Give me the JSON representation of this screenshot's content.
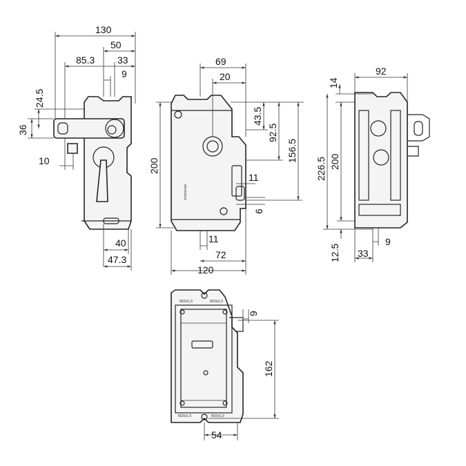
{
  "front_view": {
    "dims": [
      "130",
      "50",
      "85.3",
      "33",
      "9",
      "24.5",
      "36",
      "10",
      "40",
      "47.3"
    ]
  },
  "side_view": {
    "dims": [
      "69",
      "20",
      "43.5",
      "92.5",
      "156.5",
      "200",
      "11",
      "6",
      "11",
      "72",
      "120"
    ],
    "brand": "schmersal"
  },
  "rear_view": {
    "dims": [
      "92",
      "14",
      "226.5",
      "200",
      "12.5",
      "9",
      "33"
    ]
  },
  "bottom_view": {
    "dims": [
      "9",
      "162",
      "54"
    ],
    "labels": [
      "M20x1,5",
      "M20x1,5",
      "M20x1,5",
      "M20x1,5"
    ]
  }
}
